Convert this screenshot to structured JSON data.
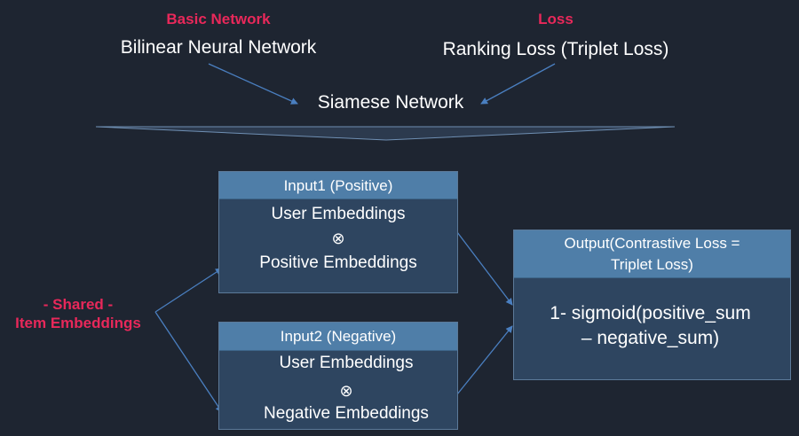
{
  "top": {
    "basic_network_heading": "Basic Network",
    "basic_network_value": "Bilinear Neural Network",
    "loss_heading": "Loss",
    "loss_value": "Ranking Loss (Triplet Loss)",
    "siamese_label": "Siamese Network"
  },
  "shared_label": {
    "line1": "- Shared -",
    "line2": "Item Embeddings"
  },
  "input1": {
    "header": "Input1 (Positive)",
    "line1": "User Embeddings",
    "operator": "⊗",
    "line2": "Positive Embeddings"
  },
  "input2": {
    "header": "Input2 (Negative)",
    "line1": "User Embeddings",
    "operator": "⊗",
    "line2": "Negative Embeddings"
  },
  "output": {
    "header_line1": "Output(Contrastive Loss =",
    "header_line2": "Triplet Loss)",
    "formula_line1": "1- sigmoid(positive_sum",
    "formula_line2": "– negative_sum)"
  },
  "colors": {
    "background": "#1e2531",
    "accent_pink": "#e8285a",
    "box_fill": "#2e4560",
    "box_header": "#4f7ea8",
    "arrow": "#4a7fc0"
  }
}
